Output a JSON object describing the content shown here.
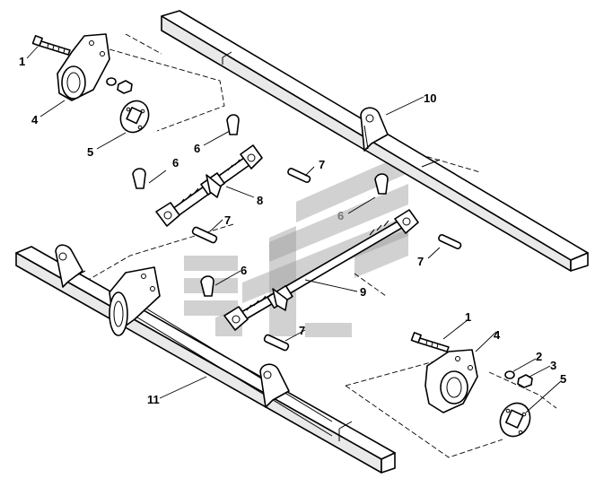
{
  "callouts": [
    {
      "id": "c1a",
      "text": "1"
    },
    {
      "id": "c4a",
      "text": "4"
    },
    {
      "id": "c5a",
      "text": "5"
    },
    {
      "id": "c6a",
      "text": "6"
    },
    {
      "id": "c6b",
      "text": "6"
    },
    {
      "id": "c7a",
      "text": "7"
    },
    {
      "id": "c8",
      "text": "8"
    },
    {
      "id": "c7b",
      "text": "7"
    },
    {
      "id": "c10",
      "text": "10"
    },
    {
      "id": "c6c",
      "text": "6"
    },
    {
      "id": "c7c",
      "text": "7"
    },
    {
      "id": "c6d",
      "text": "6"
    },
    {
      "id": "c9",
      "text": "9"
    },
    {
      "id": "c7d",
      "text": "7"
    },
    {
      "id": "c11",
      "text": "11"
    },
    {
      "id": "c1b",
      "text": "1"
    },
    {
      "id": "c4b",
      "text": "4"
    },
    {
      "id": "c2",
      "text": "2"
    },
    {
      "id": "c3",
      "text": "3"
    },
    {
      "id": "c5b",
      "text": "5"
    }
  ],
  "colors": {
    "line": "#000000",
    "background": "#ffffff",
    "watermark": "#9a9a9a"
  },
  "watermark_icon": "stylized-logo-watermark"
}
